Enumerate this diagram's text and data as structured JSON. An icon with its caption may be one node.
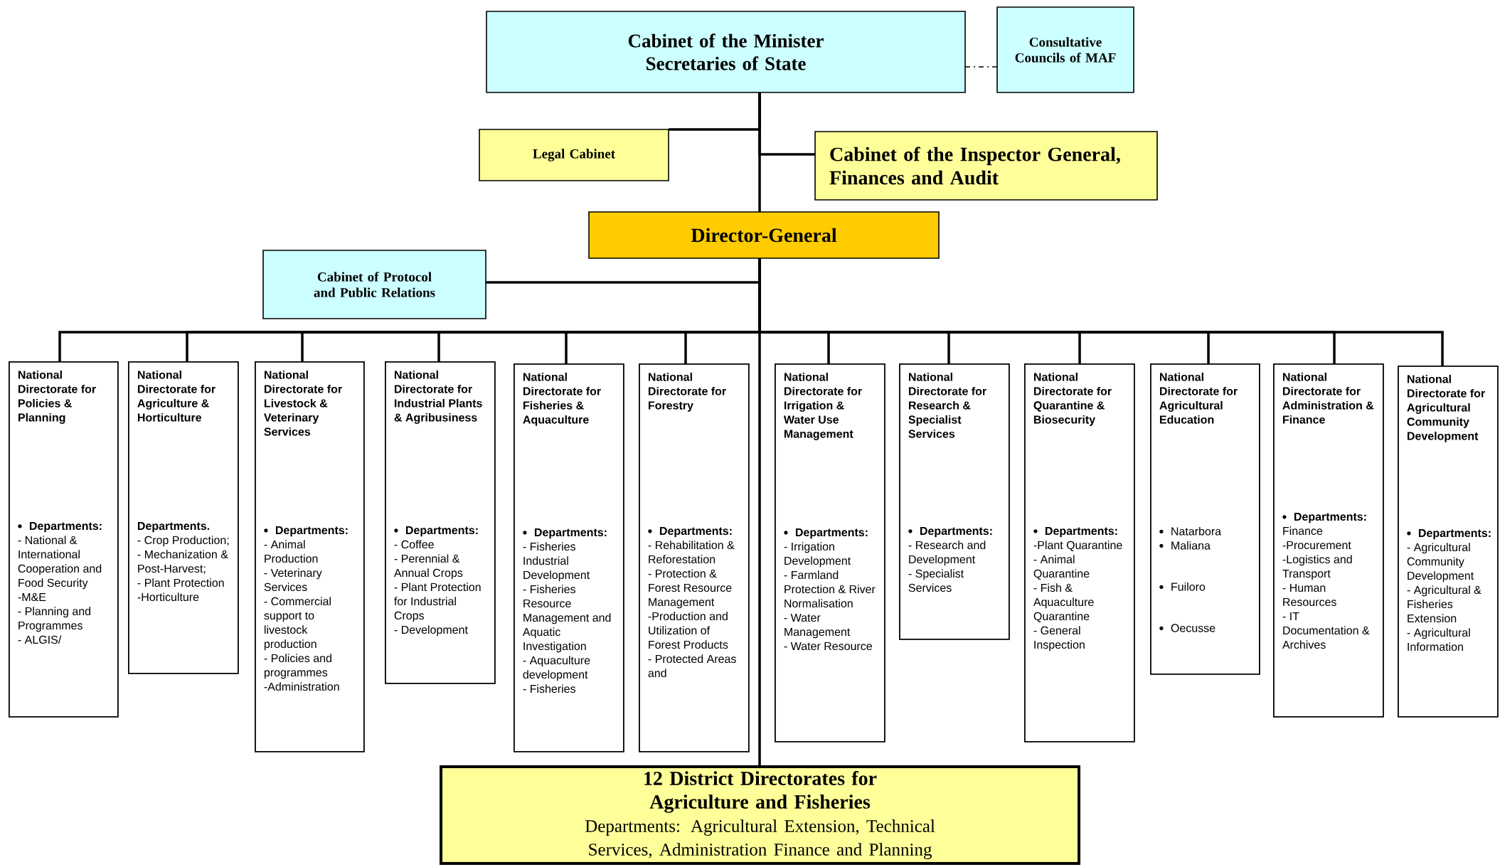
{
  "diagram": {
    "nodes": [
      {
        "text": [
          "Cabinet of the Minister",
          "Secretaries of State"
        ]
      },
      {
        "text": [
          "Consultative Councils of MAF"
        ]
      },
      {
        "text": [
          "Legal Cabinet"
        ]
      },
      {
        "text": [
          "Cabinet of the Inspector General, Finances and Audit"
        ]
      },
      {
        "text": [
          "Director-General"
        ]
      },
      {
        "text": [
          "Cabinet of Protocol and Public Relations"
        ]
      },
      {
        "text": [
          "National Directorate for Policies & Planning",
          "Departments:",
          "- National & International Cooperation and Food Security",
          "-M&E",
          "- Planning and Programmes",
          "- ALGIS/"
        ]
      },
      {
        "text": [
          "National Directorate for Agriculture & Horticulture",
          "Departments.",
          "- Crop Production;",
          "- Mechanization & Post-Harvest;",
          "- Plant Protection",
          "-Horticulture"
        ]
      },
      {
        "text": [
          "National Directorate for Livestock & Veterinary Services",
          "Departments:",
          "- Animal Production",
          "- Veterinary Services",
          "- Commercial support to livestock production",
          "- Policies and programmes",
          "-Administration"
        ]
      },
      {
        "text": [
          "National Directorate for Industrial Plants & Agribusiness",
          "Departments:",
          "- Coffee",
          "- Perennial & Annual Crops",
          "- Plant Protection for Industrial Crops",
          "- Development"
        ]
      },
      {
        "text": [
          "National Directorate for Fisheries & Aquaculture",
          "Departments:",
          "- Fisheries Industrial Development",
          "- Fisheries Resource Management and Aquatic Investigation",
          "- Aquaculture development",
          "- Fisheries"
        ]
      },
      {
        "text": [
          "National Directorate for Forestry",
          "Departments:",
          "- Rehabilitation & Reforestation",
          "- Protection & Forest Resource Management",
          "-Production and Utilization of Forest Products",
          "- Protected Areas and"
        ]
      },
      {
        "text": [
          "National Directorate for Irrigation & Water Use Management",
          "Departments:",
          "- Irrigation Development",
          "- Farmland Protection & River Normalisation",
          "- Water Management",
          "- Water Resource"
        ]
      },
      {
        "text": [
          "National Directorate for Research & Specialist Services",
          "Departments:",
          "- Research and Development",
          "- Specialist Services"
        ]
      },
      {
        "text": [
          "National Directorate for Quarantine & Biosecurity",
          "Departments:",
          "-Plant Quarantine",
          "- Animal Quarantine",
          "- Fish & Aquaculture Quarantine",
          "- General Inspection"
        ]
      },
      {
        "text": [
          "National Directorate for Agricultural Education",
          "Natarbora",
          "Maliana",
          "Fuiloro",
          "Oecusse"
        ]
      },
      {
        "text": [
          "National Directorate for Administration & Finance",
          "Departments:",
          "Finance",
          "-Procurement",
          "-Logistics and Transport",
          "- Human Resources",
          "- IT Documentation & Archives"
        ]
      },
      {
        "text": [
          "National Directorate for Agricultural Community Development",
          "Departments:",
          "- Agricultural Community Development",
          "- Agricultural & Fisheries Extension",
          "- Agricultural Information"
        ]
      },
      {
        "text": [
          "12 District Directorates for Agriculture and Fisheries",
          "Departments: Agricultural Extension, Technical Services, Administration Finance and Planning"
        ]
      }
    ],
    "edges": [
      {
        "from": 0,
        "to": 1,
        "arrow": "none",
        "style": "dashed"
      },
      {
        "from": 0,
        "to": 2,
        "arrow": "none"
      },
      {
        "from": 0,
        "to": 3,
        "arrow": "none"
      },
      {
        "from": 0,
        "to": 4,
        "arrow": "none"
      },
      {
        "from": 4,
        "to": 5,
        "arrow": "none"
      },
      {
        "from": 4,
        "to": 6,
        "arrow": "none"
      },
      {
        "from": 4,
        "to": 7,
        "arrow": "none"
      },
      {
        "from": 4,
        "to": 8,
        "arrow": "none"
      },
      {
        "from": 4,
        "to": 9,
        "arrow": "none"
      },
      {
        "from": 4,
        "to": 10,
        "arrow": "none"
      },
      {
        "from": 4,
        "to": 11,
        "arrow": "none"
      },
      {
        "from": 4,
        "to": 12,
        "arrow": "none"
      },
      {
        "from": 4,
        "to": 13,
        "arrow": "none"
      },
      {
        "from": 4,
        "to": 14,
        "arrow": "none"
      },
      {
        "from": 4,
        "to": 15,
        "arrow": "none"
      },
      {
        "from": 4,
        "to": 16,
        "arrow": "none"
      },
      {
        "from": 4,
        "to": 17,
        "arrow": "none"
      },
      {
        "from": 4,
        "to": 18,
        "arrow": "none"
      }
    ]
  }
}
